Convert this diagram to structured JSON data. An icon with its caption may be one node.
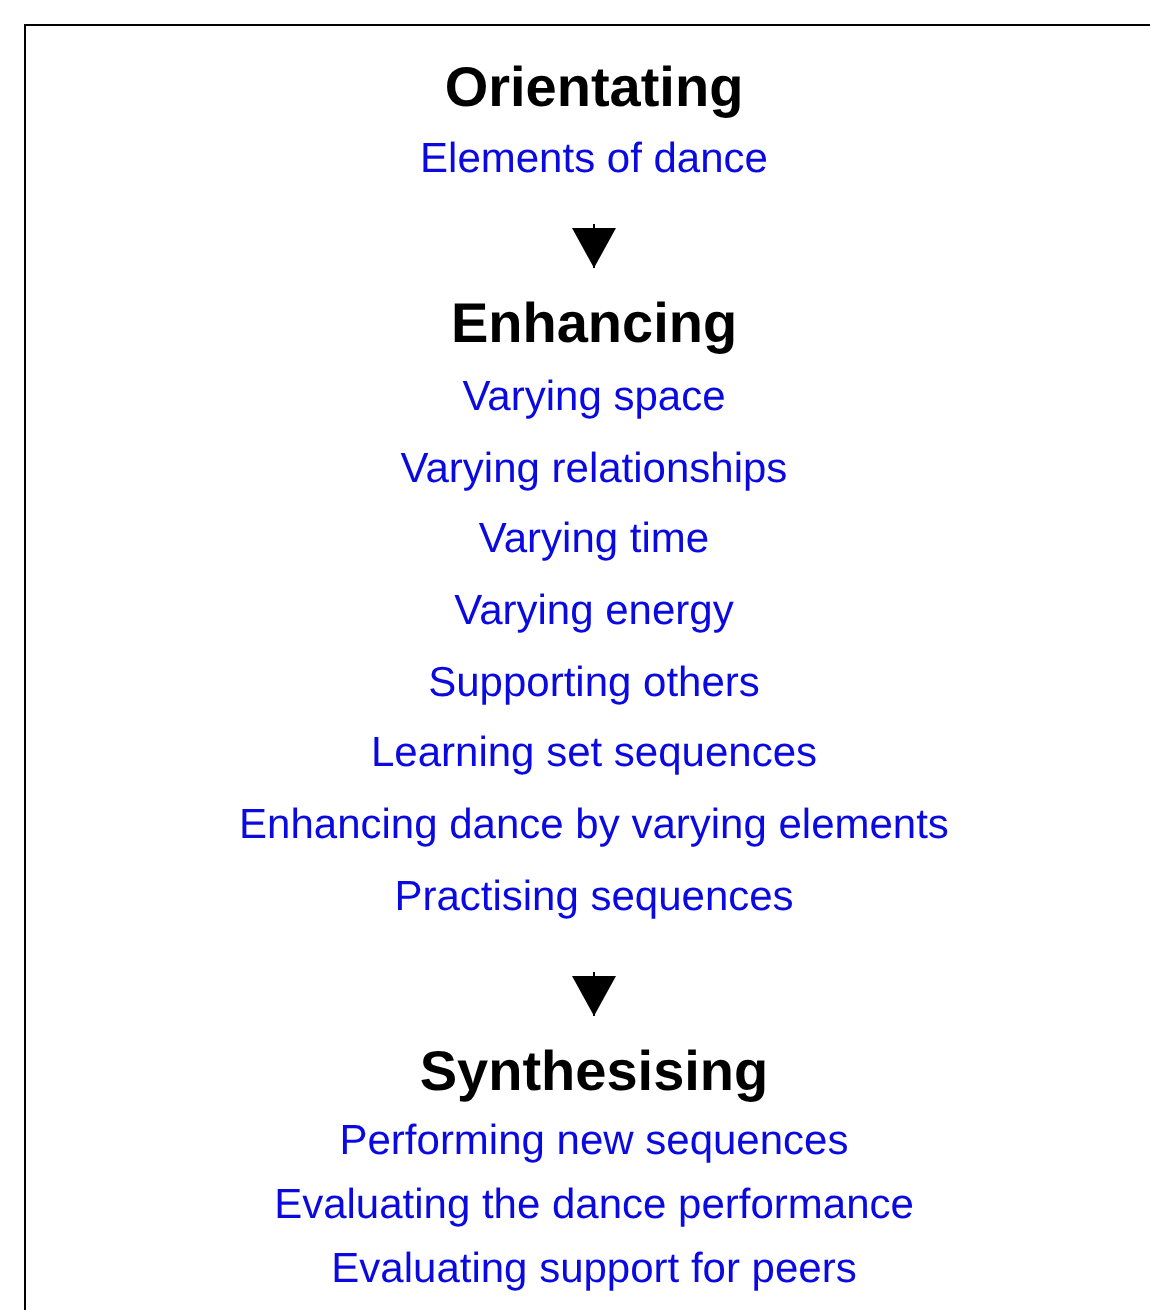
{
  "diagram": {
    "nodes": [
      {
        "text": [
          "Orientating",
          "Elements of dance"
        ]
      },
      {
        "text": [
          "Enhancing",
          "Varying space",
          "Varying relationships",
          "Varying time",
          "Varying energy",
          "Supporting others",
          "Learning set sequences",
          "Enhancing dance by varying elements",
          "Practising sequences"
        ]
      },
      {
        "text": [
          "Synthesising",
          "Performing new sequences",
          "Evaluating the dance performance",
          "Evaluating support for peers"
        ]
      }
    ],
    "edges": [
      {
        "from": 0,
        "to": 1,
        "arrow": "to"
      },
      {
        "from": 1,
        "to": 2,
        "arrow": "to"
      }
    ]
  }
}
